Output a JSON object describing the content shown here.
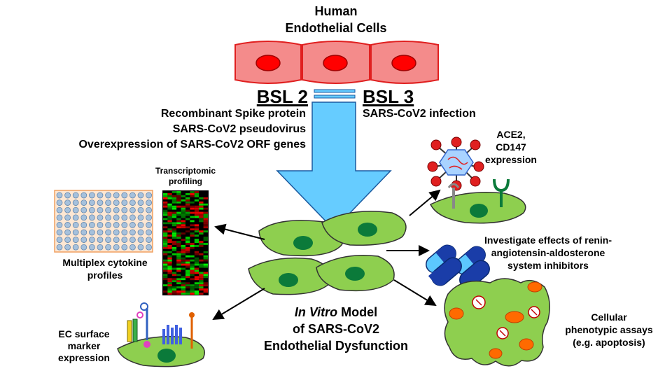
{
  "title": {
    "line1": "Human",
    "line2": "Endothelial Cells"
  },
  "bsl2": {
    "heading": "BSL 2",
    "items": [
      "Recombinant Spike protein",
      "SARS-CoV2 pseudovirus",
      "Overexpression of SARS-CoV2 ORF genes"
    ]
  },
  "bsl3": {
    "heading": "BSL 3",
    "items": [
      "SARS-CoV2 infection"
    ]
  },
  "model": {
    "italic": "In Vitro",
    "rest1": " Model",
    "line2": "of SARS-CoV2",
    "line3": "Endothelial Dysfunction"
  },
  "outputs": {
    "transcriptomic": {
      "line1": "Transcriptomic",
      "line2": "profiling"
    },
    "cytokine": {
      "line1": "Multiplex cytokine",
      "line2": "profiles"
    },
    "marker": {
      "line1": "EC surface",
      "line2": "marker",
      "line3": "expression"
    },
    "receptor": {
      "line1": "ACE2,",
      "line2": "CD147",
      "line3": "expression"
    },
    "raas": {
      "line1": "Investigate effects of renin-",
      "line2": "angiotensin-aldosterone",
      "line3": "system inhibitors"
    },
    "phenotype": {
      "line1": "Cellular",
      "line2": "phenotypic assays",
      "line3": "(e.g. apoptosis)"
    }
  },
  "colors": {
    "cell_pink": "#f48b8b",
    "nucleus_red": "#ff0000",
    "cell_green": "#8ecf4f",
    "nucleus_green": "#0b7a3a",
    "arrow_blue": "#66ccff",
    "plate_orange": "#f7b07a",
    "well_blue": "#a6c1dc",
    "capsule_blue": "#1a3da8",
    "capsule_light": "#5cc8ff"
  },
  "icons": [
    "heatmap-icon",
    "well-plate-icon",
    "virus-icon",
    "capsule-icon",
    "receptor-icon",
    "apoptotic-cell-icon"
  ]
}
